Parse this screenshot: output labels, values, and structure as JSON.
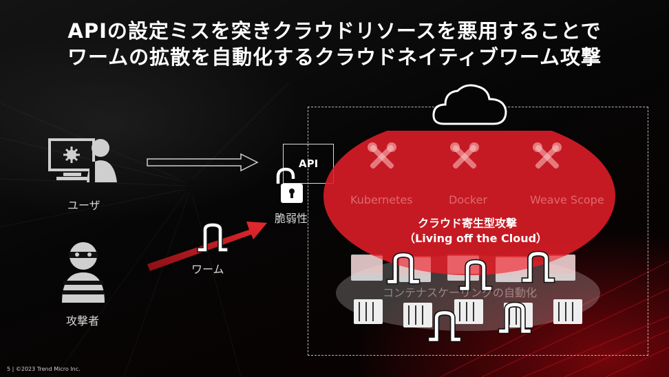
{
  "title": {
    "line1": "APIの設定ミスを突きクラウドリソースを悪用することで",
    "line2": "ワームの拡散を自動化するクラウドネイティブワーム攻撃"
  },
  "actors": {
    "user": "ユーザ",
    "attacker": "攻撃者",
    "worm": "ワーム"
  },
  "api": {
    "label": "API",
    "vulnerability": "脆弱性"
  },
  "tools": [
    "Kubernetes",
    "Docker",
    "Weave Scope"
  ],
  "cloud_attack": {
    "line1": "クラウド寄生型攻撃",
    "line2": "（Living off the Cloud）"
  },
  "container_scaling": "コンテナスケーリングの自動化",
  "footer": "5 | ©2023 Trend Micro Inc.",
  "colors": {
    "accent": "#d11f26",
    "ellipse": "#e0232d",
    "background": "#000000"
  },
  "icons": [
    "user-computer-icon",
    "attacker-icon",
    "worm-icon",
    "unlock-icon",
    "cloud-icon",
    "tools-icon",
    "container-icon",
    "arrow-icon"
  ]
}
